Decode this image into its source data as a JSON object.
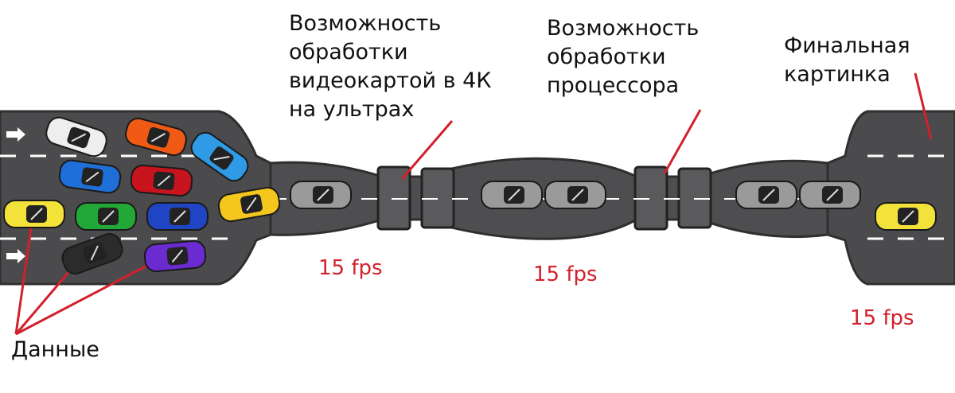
{
  "labels": {
    "gpu": "Возможность\nобработки\nвидеокартой в 4К\nна ультрах",
    "cpu": "Возможность\nобработки\nпроцессора",
    "final": "Финальная\nкартинка",
    "data": "Данные"
  },
  "fps": {
    "gpu": "15 fps",
    "cpu": "15 fps",
    "final": "15 fps"
  },
  "colors": {
    "road": "#4b4b4d",
    "road_edge": "#2f2f30",
    "lane_marking": "#ffffff",
    "annotation_line": "#d2202c",
    "fps_text": "#d2202c"
  },
  "car_colors": {
    "white": "#eeeeee",
    "orange": "#f05a14",
    "sky": "#2f9ae6",
    "blue": "#1f6fd8",
    "red": "#c8141e",
    "yellow": "#f3e23a",
    "green": "#22a836",
    "navy": "#1f45c4",
    "gold": "#f5c61d",
    "black": "#2b2b2b",
    "purple": "#6a2bd0",
    "gray": "#9a9a9a"
  }
}
